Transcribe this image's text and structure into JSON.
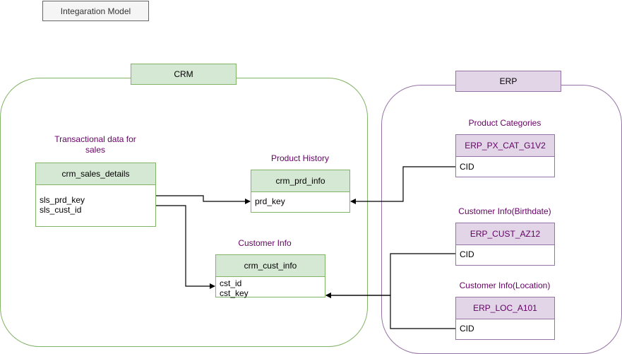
{
  "title": "Integaration Model",
  "groups": {
    "crm": {
      "label": "CRM"
    },
    "erp": {
      "label": "ERP"
    }
  },
  "captions": {
    "sales": "Transactional  data for sales",
    "product_history": "Product History",
    "customer_info": "Customer Info",
    "product_categories": "Product Categories",
    "customer_birthdate": "Customer Info(Birthdate)",
    "customer_location": "Customer Info(Location)"
  },
  "tables": {
    "crm_sales_details": {
      "name": "crm_sales_details",
      "fields": [
        "sls_prd_key",
        "sls_cust_id"
      ]
    },
    "crm_prd_info": {
      "name": "crm_prd_info",
      "fields": [
        "prd_key"
      ]
    },
    "crm_cust_info": {
      "name": "crm_cust_info",
      "fields": [
        "cst_id",
        "cst_key"
      ]
    },
    "erp_px_cat": {
      "name": "ERP_PX_CAT_G1V2",
      "fields": [
        "CID"
      ]
    },
    "erp_cust_az12": {
      "name": "ERP_CUST_AZ12",
      "fields": [
        "CID"
      ]
    },
    "erp_loc_a101": {
      "name": "ERP_LOC_A101",
      "fields": [
        "CID"
      ]
    }
  },
  "colors": {
    "crm_fill": "#d5e8d4",
    "crm_stroke": "#82b366",
    "erp_fill": "#e1d5e7",
    "erp_stroke": "#9673a6",
    "caption_text": "#660066"
  }
}
